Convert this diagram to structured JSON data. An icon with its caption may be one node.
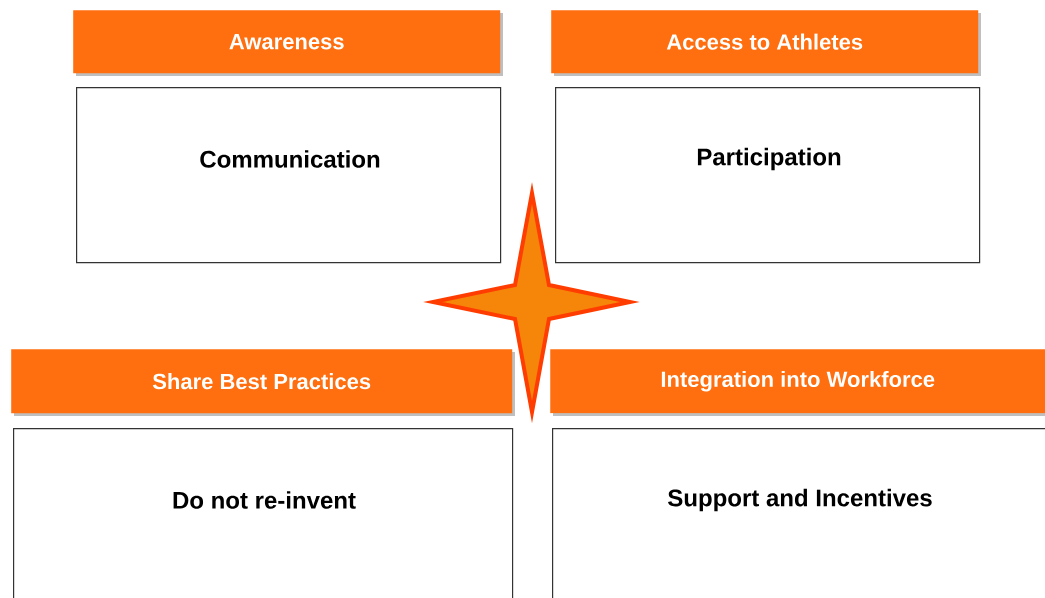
{
  "diagram": {
    "nodes": [
      {
        "text": [
          "Awareness"
        ]
      },
      {
        "text": [
          "Communication"
        ]
      },
      {
        "text": [
          "Access to Athletes"
        ]
      },
      {
        "text": [
          "Participation"
        ]
      },
      {
        "text": [
          "Share Best Practices"
        ]
      },
      {
        "text": [
          "Do not re-invent"
        ]
      },
      {
        "text": [
          "Integration into Workforce"
        ]
      },
      {
        "text": [
          "Support and Incentives"
        ]
      },
      {
        "text": [],
        "shape": "star"
      }
    ]
  }
}
